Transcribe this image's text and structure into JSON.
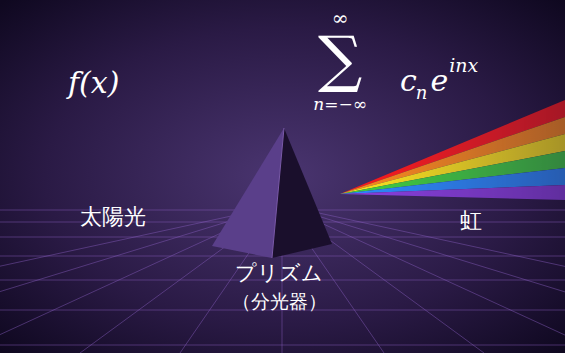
{
  "diagram": {
    "labels": [
      "f(x)",
      "∞",
      "∑",
      "n=−∞",
      "c",
      "n",
      "e",
      "inx",
      "太陽光",
      "虹",
      "プリズム",
      "（分光器）"
    ]
  }
}
